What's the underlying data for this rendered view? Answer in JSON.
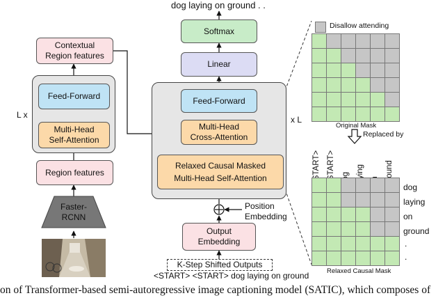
{
  "top_output": "dog laying on ground . .",
  "left_encoder": {
    "contextual": "Contextual\nRegion features",
    "feed_forward": "Feed-Forward",
    "mhsa": "Multi-Head\nSelf-Attention",
    "region_features": "Region features",
    "faster_rcnn": "Faster-\nRCNN",
    "repeat": "L x"
  },
  "decoder": {
    "softmax": "Softmax",
    "linear": "Linear",
    "feed_forward": "Feed-Forward",
    "cross_attention": "Multi-Head\nCross-Attention",
    "relaxed": "Relaxed Causal Masked\nMulti-Head Self-Attention",
    "repeat": "x L",
    "position_embedding": "Position\nEmbedding",
    "output_embedding": "Output\nEmbedding",
    "shifted_outputs": "K-Step Shifted Outputs",
    "input_tokens": "<START> <START> dog laying on ground"
  },
  "masks": {
    "legend": "Disallow attending",
    "original_caption": "Original Mask",
    "replaced_by": "Replaced by",
    "relaxed_caption": "Relaxed Causal Mask",
    "col_tokens": [
      "<START>",
      "<START>",
      "dog",
      "laying",
      "on",
      "ground"
    ],
    "row_tokens": [
      "dog",
      "laying",
      "on",
      "ground",
      ".",
      "."
    ],
    "colors": {
      "allowed": "#c3e9b4",
      "disallowed": "#c6c6c6"
    }
  },
  "caption": "on of Transformer-based semi-autoregressive image captioning model (SATIC), which composes of"
}
